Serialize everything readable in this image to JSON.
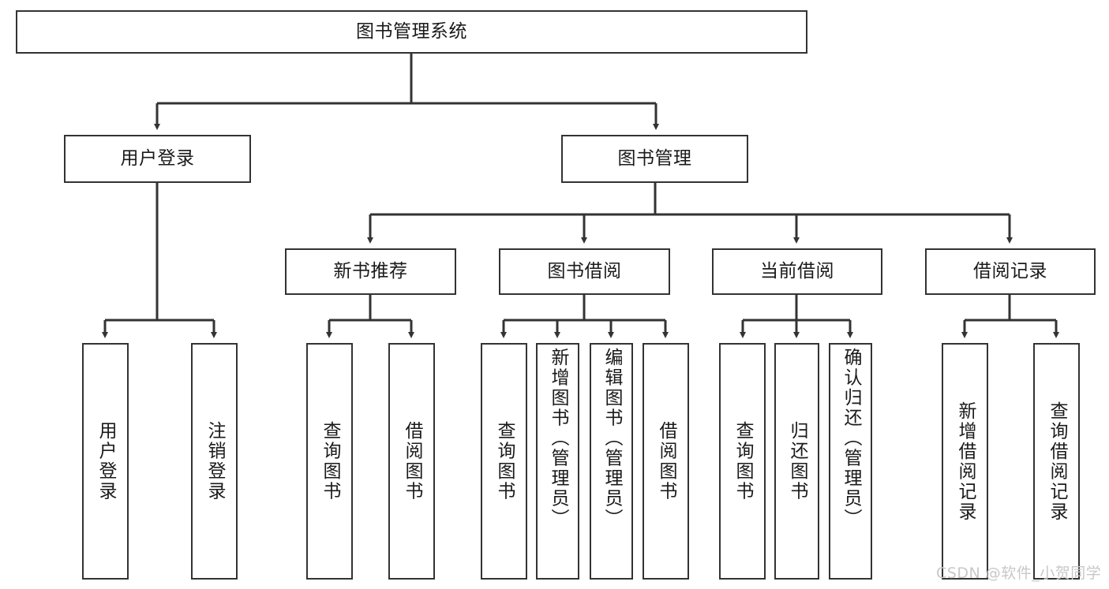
{
  "diagram": {
    "title": "图书管理系统",
    "type": "hierarchy-tree",
    "colors": {
      "box_border": "#333333",
      "box_fill": "#ffffff",
      "edge": "#333333",
      "text": "#1a1a1a",
      "watermark": "#c8c8c8",
      "background": "#ffffff"
    },
    "levels": [
      {
        "level": 1,
        "nodes": [
          {
            "id": "root",
            "label": "图书管理系统",
            "orientation": "horizontal"
          }
        ]
      },
      {
        "level": 2,
        "nodes": [
          {
            "id": "login",
            "label": "用户登录",
            "orientation": "horizontal",
            "parent": "root"
          },
          {
            "id": "bookmgmt",
            "label": "图书管理",
            "orientation": "horizontal",
            "parent": "root"
          }
        ]
      },
      {
        "level": 3,
        "nodes": [
          {
            "id": "newbook",
            "label": "新书推荐",
            "orientation": "horizontal",
            "parent": "bookmgmt"
          },
          {
            "id": "borrow",
            "label": "图书借阅",
            "orientation": "horizontal",
            "parent": "bookmgmt"
          },
          {
            "id": "current",
            "label": "当前借阅",
            "orientation": "horizontal",
            "parent": "bookmgmt"
          },
          {
            "id": "records",
            "label": "借阅记录",
            "orientation": "horizontal",
            "parent": "bookmgmt"
          }
        ]
      },
      {
        "level": 4,
        "nodes": [
          {
            "id": "leaf1",
            "label": "用户登录",
            "orientation": "vertical",
            "parent": "login"
          },
          {
            "id": "leaf2",
            "label": "注销登录",
            "orientation": "vertical",
            "parent": "login"
          },
          {
            "id": "leaf3",
            "label": "查询图书",
            "orientation": "vertical",
            "parent": "newbook"
          },
          {
            "id": "leaf4",
            "label": "借阅图书",
            "orientation": "vertical",
            "parent": "newbook"
          },
          {
            "id": "leaf5",
            "label": "查询图书",
            "orientation": "vertical",
            "parent": "borrow"
          },
          {
            "id": "leaf6",
            "label": "新增图书（管理员）",
            "orientation": "vertical",
            "parent": "borrow"
          },
          {
            "id": "leaf7",
            "label": "编辑图书（管理员）",
            "orientation": "vertical",
            "parent": "borrow"
          },
          {
            "id": "leaf8",
            "label": "借阅图书",
            "orientation": "vertical",
            "parent": "borrow"
          },
          {
            "id": "leaf9",
            "label": "查询图书",
            "orientation": "vertical",
            "parent": "current"
          },
          {
            "id": "leaf10",
            "label": "归还图书",
            "orientation": "vertical",
            "parent": "current"
          },
          {
            "id": "leaf11",
            "label": "确认归还（管理员）",
            "orientation": "vertical",
            "parent": "current"
          },
          {
            "id": "leaf12",
            "label": "新增借阅记录",
            "orientation": "vertical",
            "parent": "records"
          },
          {
            "id": "leaf13",
            "label": "查询借阅记录",
            "orientation": "vertical",
            "parent": "records"
          }
        ]
      }
    ],
    "watermark": "CSDN @软件_小贺同学"
  }
}
